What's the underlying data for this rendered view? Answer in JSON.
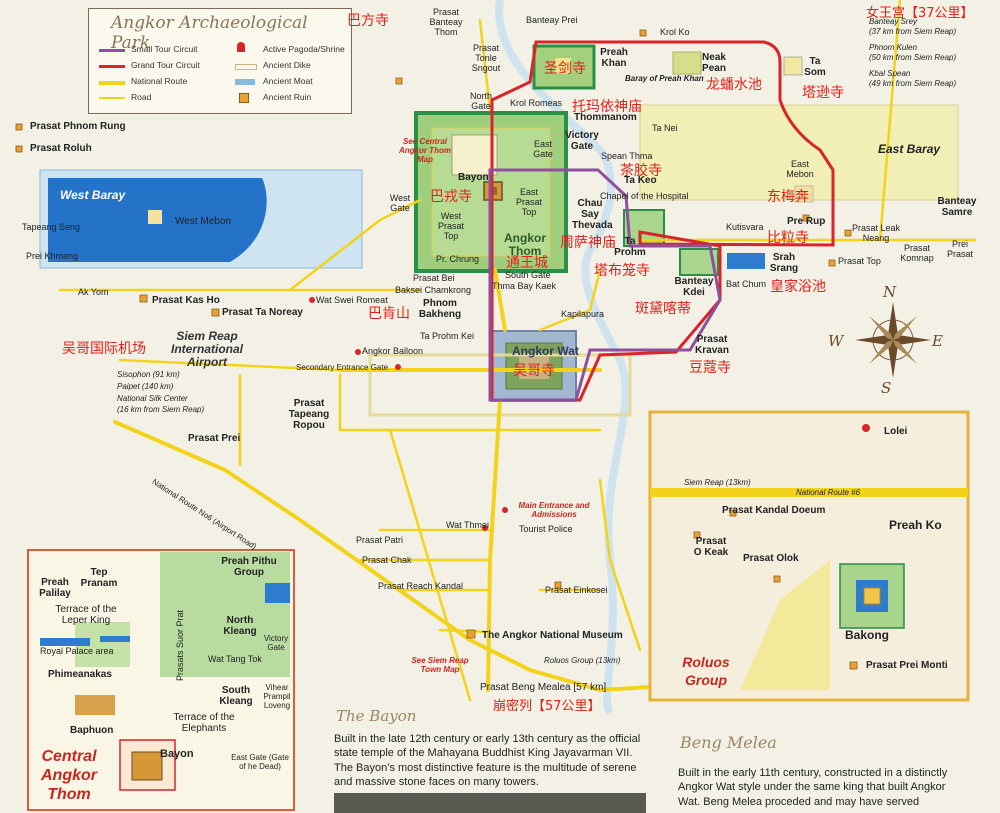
{
  "legend": {
    "title": "Angkor Archaeological Park",
    "small_tour": "Small Tour Circuit",
    "grand_tour": "Grand Tour Circuit",
    "national_route": "National Route",
    "road": "Road",
    "pagoda": "Active Pagoda/Shrine",
    "dike": "Ancient Dike",
    "moat": "Ancient Moat",
    "ruin": "Ancient Ruin",
    "colors": {
      "small_tour": "#8e4f9e",
      "grand_tour": "#d8242b",
      "national_route": "#f2d31a",
      "road": "#f2d31a"
    }
  },
  "compass": {
    "n": "N",
    "s": "S",
    "e": "E",
    "w": "W"
  },
  "cn_labels": {
    "ba_fang": "巴方寺",
    "nu_wang": "女王宫【37公里】",
    "sheng_jian": "圣剑寺",
    "long_pan": "龙蟠水池",
    "ta_xun": "塔逊寺",
    "tuo_ma": "托玛依神庙",
    "cha_jiao": "茶胶寺",
    "dong_mei": "东梅奔",
    "ba_rong": "巴戎寺",
    "bi_li": "比粒寺",
    "zhou_sa": "周萨神庙",
    "tong_wang": "通王城",
    "ta_bu": "塔布笼寺",
    "huang_jia": "皇家浴池",
    "ba_ken": "巴肯山",
    "ban_dai": "斑黛喀蒂",
    "wu_ge_airport": "吴哥国际机场",
    "wu_ge_ku": "吴哥寺",
    "dou_kou": "豆蔻寺",
    "beng_mi": "崩密列【57公里】"
  },
  "map_labels": {
    "prasat_banteay_thom": "Prasat Banteay Thom",
    "banteay_prei": "Banteay Prei",
    "krol_ko": "Krol Ko",
    "banteay_srey": "Banteay Srey",
    "banteay_srey_dist": "(37 km from Siem Reap)",
    "phnom_kulen": "Phnom Kulen",
    "phnom_kulen_dist": "(50 km from Siem Reap)",
    "kbal_spean": "Kbal Spean",
    "kbal_spean_dist": "(49 km from Siem Reap)",
    "prasat_tonle_sngout": "Prasat Tonle Sngout",
    "preah_khan": "Preah Khan",
    "neak_pean": "Neak Pean",
    "baray_preah_khan": "Baray of Preah Khan",
    "ta_som": "Ta Som",
    "north_gate": "North Gate",
    "krol_romeas": "Krol Romeas",
    "thommanom": "Thommanom",
    "ta_nei": "Ta Nei",
    "east_baray": "East Baray",
    "victory_gate": "Victory Gate",
    "see_central": "See Central Angkor Thom Map",
    "east_gate": "East Gate",
    "spean_thma": "Spean Thma",
    "ta_keo": "Ta Keo",
    "chapel_hospital": "Chapel of the Hospital",
    "east_mebon": "East Mebon",
    "prasat_phnom_rung": "Prasat Phnom Rung",
    "prasat_roluh": "Prasat Roluh",
    "west_baray": "West Baray",
    "west_mebon": "West Mebon",
    "tapeang_seng": "Tapeang Seng",
    "prei_khmeng": "Prei Khmeng",
    "bayon": "Bayon",
    "west_gate": "West Gate",
    "west_prasat_top": "West Prasat Top",
    "east_prasat_top": "East Prasat Top",
    "chau_say_thevada": "Chau Say Thevada",
    "ta_prohm": "Ta Prohm",
    "kutisvara": "Kutisvara",
    "pre_rup": "Pre Rup",
    "prasat_leak_neang": "Prasat Leak Neang",
    "banteay_samre": "Banteay Samre",
    "prasat_komnap": "Prasat Komnap",
    "prei_prasat": "Prei Prasat",
    "angkor_thom": "Angkor Thom",
    "pr_chrung": "Pr. Chrung",
    "prasat_bei": "Prasat Bei",
    "south_gate": "South Gate",
    "baksei_chamkrong": "Baksei Chamkrong",
    "thma_bay_kaek": "Thma Bay Kaek",
    "banteay_kdei": "Banteay Kdei",
    "srah_srang": "Srah Srang",
    "prasat_top": "Prasat Top",
    "bat_chum": "Bat Chum",
    "ak_yom": "Ak Yom",
    "prasat_kas_ho": "Prasat Kas Ho",
    "wat_swei_romeat": "Wat Swei Romeat",
    "prasat_ta_noreay": "Prasat Ta Noreay",
    "phnom_bakheng": "Phnom Bakheng",
    "kapilapura": "Kapilapura",
    "ta_prohm_kei": "Ta Prohm Kei",
    "airport": "Siem Reap International Airport",
    "angkor_balloon": "Angkor Balloon",
    "angkor_wat": "Angkor Wat",
    "prasat_kravan": "Prasat Kravan",
    "sisophon": "Sisophon (91 km)",
    "paipet": "Paipet (140 km)",
    "silk_center": "National Silk Center",
    "silk_center_dist": "(16 km from Siem Reap)",
    "secondary_entrance": "Secondary Entrance Gate",
    "prasat_tapeang_ropou": "Prasat Tapeang Ropou",
    "prasat_prei": "Prasat Prei",
    "national_route_6": "National Route No6 (Airport Road)",
    "main_entrance": "Main Entrance and Admissions",
    "wat_thmei": "Wat Thmei",
    "tourist_police": "Tourist Police",
    "prasat_patri": "Prasat Patri",
    "prasat_chak": "Prasat Chak",
    "prasat_reach_kandal": "Prasat Reach Kandal",
    "prasat_einkosei": "Prasat Einkosei",
    "national_museum": "The Angkor National Museum",
    "see_siem_reap": "See Siem Reap Town Map",
    "roluos_group_km": "Roluos Group (13km)",
    "prasat_beng_mealea": "Prasat Beng Mealea [57 km]"
  },
  "central_inset": {
    "tep_pranam": "Tep Pranam",
    "preah_palilay": "Preah Palilay",
    "preah_pithu": "Preah Pithu Group",
    "terrace_leper": "Terrace of the Leper King",
    "north_kleang": "North Kleang",
    "prasats_suor_prat": "Prasats Suor Prat",
    "victory_gate": "Victory Gate",
    "royal_palace": "Royal Palace area",
    "wat_tang_tok": "Wat Tang Tok",
    "phimeanakas": "Phimeanakas",
    "south_kleang": "South Kleang",
    "vihear_prampil": "Vihear Prampil Loveng",
    "terrace_elephants": "Terrace of the Elephants",
    "baphuon": "Baphuon",
    "bayon": "Bayon",
    "east_gate": "East Gate (Gate of he Dead)",
    "title": "Central Angkor Thom"
  },
  "roluos_inset": {
    "lolei": "Lolei",
    "siem_reap_13km": "Siem Reap (13km)",
    "national_route_6": "National Route #6",
    "prasat_kandal_doeum": "Prasat Kandal Doeum",
    "preah_ko": "Preah Ko",
    "prasat_o_keak": "Prasat O Keak",
    "prasat_olok": "Prasat Olok",
    "bakong": "Bakong",
    "prasat_prei_monti": "Prasat Prei Monti",
    "title": "Roluos Group"
  },
  "bayon_desc": {
    "title": "The Bayon",
    "text": "Built in the late 12th century or early 13th century as the official state temple of the Mahayana Buddhist King Jayavarman VII. The Bayon’s most distinctive feature is the multitude of serene and massive stone faces on many towers."
  },
  "beng_desc": {
    "title": "Beng Melea",
    "text": "Built in the early 11th century, constructed in a distinctly Angkor Wat style under the same king that built Angkor Wat. Beng Melea proceded and may have served"
  }
}
